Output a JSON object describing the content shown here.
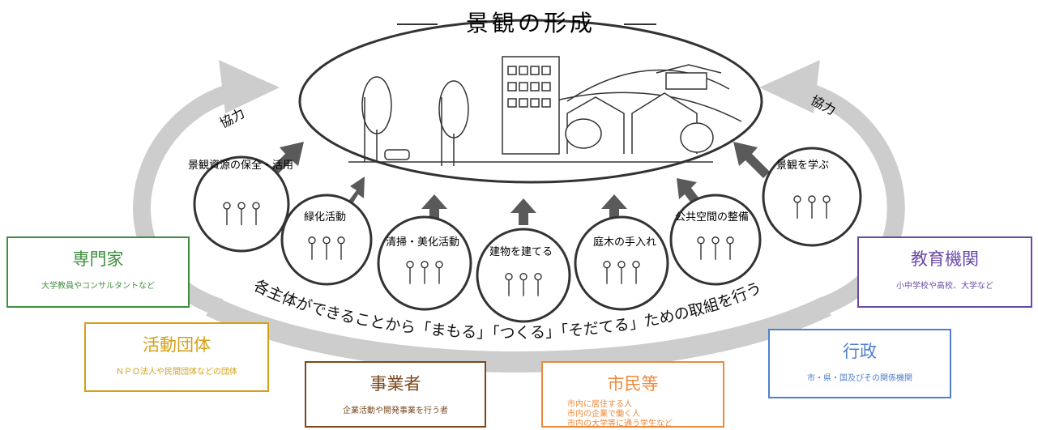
{
  "title": "景観の形成",
  "cooperation_left": "協力",
  "cooperation_right": "協力",
  "bottom_statement": "各主体ができることから「まもる」「つくる」「そだてる」ための取組を行う",
  "activities": [
    {
      "label": "景観資源の保全・活用",
      "icon": "shrine-people-icon"
    },
    {
      "label": "緑化活動",
      "icon": "tree-planting-icon"
    },
    {
      "label": "清掃・美化活動",
      "icon": "cleaning-icon"
    },
    {
      "label": "建物を建てる",
      "icon": "meeting-icon"
    },
    {
      "label": "庭木の手入れ",
      "icon": "gardening-icon"
    },
    {
      "label": "公共空間の整備",
      "icon": "trees-icon"
    },
    {
      "label": "景観を学ぶ",
      "icon": "classroom-icon"
    }
  ],
  "actors": [
    {
      "title": "専門家",
      "subtitle": "大学教員やコンサルタントなど",
      "color": "#3f8f3f"
    },
    {
      "title": "活動団体",
      "subtitle": "ＮＰＯ法人や民間団体などの団体",
      "color": "#d4a017"
    },
    {
      "title": "事業者",
      "subtitle": "企業活動や開発事業を行う者",
      "color": "#7a4a1f"
    },
    {
      "title": "市民等",
      "subtitle_lines": [
        "市内に居住する人",
        "市内の企業で働く人",
        "市内の大学等に通う学生など"
      ],
      "color": "#ec8a3c"
    },
    {
      "title": "行政",
      "subtitle": "市・県・国及びその関係機関",
      "color": "#4f7fcf"
    },
    {
      "title": "教育機関",
      "subtitle": "小中学校や高校、大学など",
      "color": "#6a4aa8"
    }
  ],
  "colors": {
    "arc": "#c9c9c9",
    "arrow": "#5a5a5a",
    "line": "#333333"
  }
}
